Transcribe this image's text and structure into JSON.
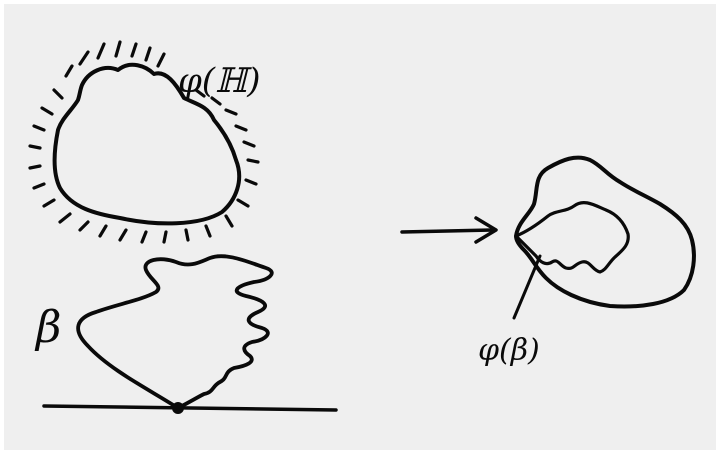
{
  "labels": {
    "phi_H": "φ(ℍ)",
    "beta": "β",
    "phi_beta": "φ(β)"
  },
  "colors": {
    "background": "#efefef",
    "ink": "#0a0a0a"
  }
}
